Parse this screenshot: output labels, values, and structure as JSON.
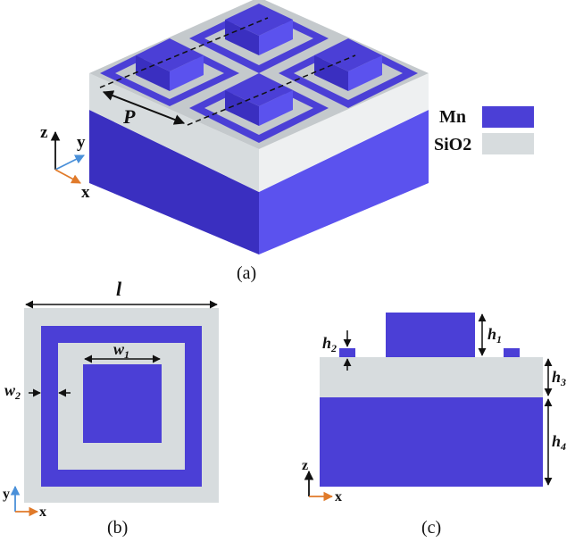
{
  "legend": {
    "items": [
      {
        "label": "Mn",
        "color": "#4b3fd6"
      },
      {
        "label": "SiO2",
        "color": "#d7dcde"
      }
    ]
  },
  "panel_a": {
    "caption": "(a)",
    "period_label": "P",
    "axes": {
      "z": "z",
      "y": "y",
      "x": "x"
    }
  },
  "panel_b": {
    "caption": "(b)",
    "length_label": "l",
    "inner_width_label": "w",
    "inner_width_sub": "1",
    "ring_width_label": "w",
    "ring_width_sub": "2",
    "axes": {
      "y": "y",
      "x": "x"
    }
  },
  "panel_c": {
    "caption": "(c)",
    "labels": [
      {
        "base": "h",
        "sub": "1"
      },
      {
        "base": "h",
        "sub": "2"
      },
      {
        "base": "h",
        "sub": "3"
      },
      {
        "base": "h",
        "sub": "4"
      }
    ],
    "axes": {
      "z": "z",
      "x": "x"
    }
  },
  "colors": {
    "mn": "#4b3fd6",
    "mn_side": "#5b52ee",
    "mn_front": "#3a2fc0",
    "sio2": "#d7dcde",
    "sio2_side": "#e9eced",
    "axis_blue": "#4a90d9",
    "axis_orange": "#e07a2a"
  }
}
